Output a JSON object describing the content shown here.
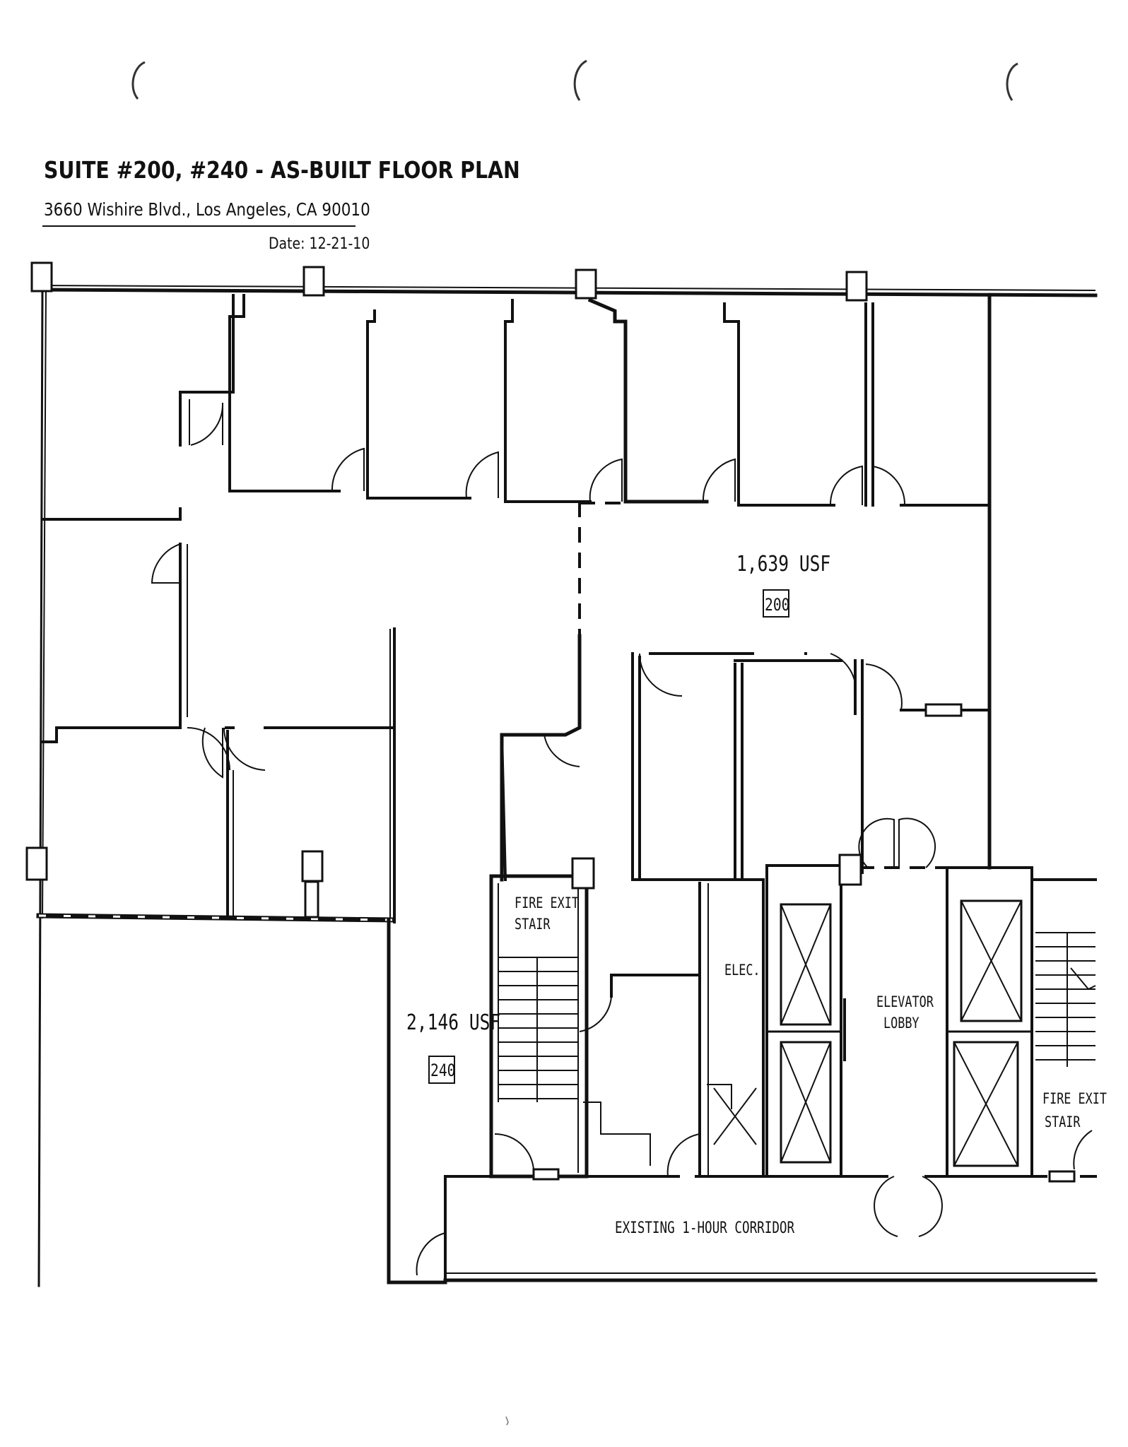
{
  "header": {
    "title": "SUITE #200, #240 - AS-BUILT FLOOR PLAN",
    "address": "3660 Wishire Blvd., Los Angeles, CA 90010",
    "date": "Date: 12-21-10"
  },
  "suites": [
    {
      "area": "1,639 USF",
      "number": "200"
    },
    {
      "area": "2,146 USF",
      "number": "240"
    }
  ],
  "room_labels": {
    "fire_exit_stair_left": [
      "FIRE EXIT",
      "STAIR"
    ],
    "elec": "ELEC.",
    "elevator_lobby": [
      "ELEVATOR",
      "LOBBY"
    ],
    "fire_exit_stair_right": [
      "FIRE EXIT",
      "STAIR"
    ],
    "corridor": "EXISTING 1-HOUR CORRIDOR"
  }
}
